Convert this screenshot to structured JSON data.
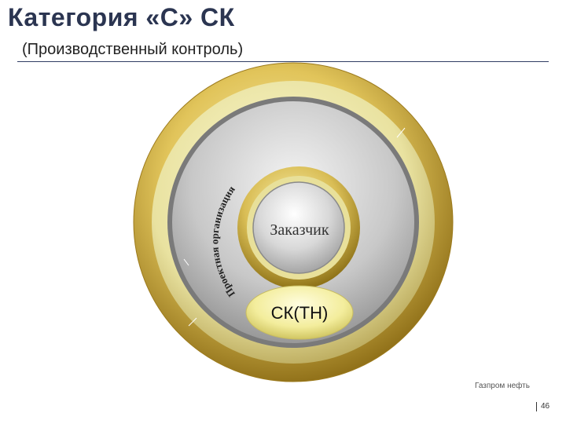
{
  "header": {
    "title": "Категория «С» СК",
    "subtitle": "(Производственный контроль)"
  },
  "diagram": {
    "center_label": "Заказчик",
    "ring_label": "СК(ТН)",
    "arc_text": "Проектная организация"
  },
  "footer": {
    "brand": "Газпром нефть",
    "page_number": "46"
  },
  "colors": {
    "title": "#2b3551",
    "outer_gold": "#c9a227",
    "inner_gold": "#e8d58a",
    "ring_yellow": "#f2ec9a",
    "silver": "#b9b9b9"
  }
}
